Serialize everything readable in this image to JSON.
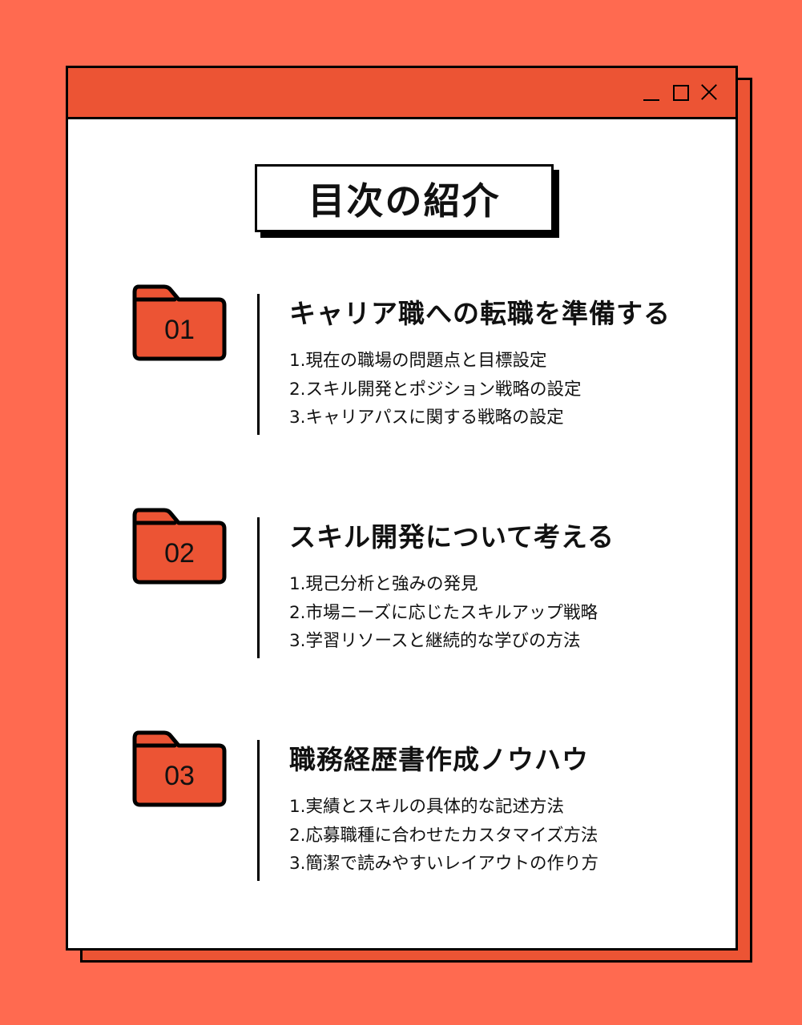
{
  "colors": {
    "background": "#FF6A50",
    "accent": "#EC5434",
    "window_bg": "#FFFFFF",
    "border": "#000000"
  },
  "window": {
    "controls": [
      {
        "name": "minimize",
        "icon": "minimize-icon"
      },
      {
        "name": "maximize",
        "icon": "maximize-icon"
      },
      {
        "name": "close",
        "icon": "close-icon"
      }
    ]
  },
  "header": {
    "title": "目次の紹介"
  },
  "sections": [
    {
      "number": "01",
      "icon": "folder-icon",
      "title": "キャリア職への転職を準備する",
      "items": [
        "1.現在の職場の問題点と目標設定",
        "2.スキル開発とポジション戦略の設定",
        "3.キャリアパスに関する戦略の設定"
      ]
    },
    {
      "number": "02",
      "icon": "folder-icon",
      "title": "スキル開発について考える",
      "items": [
        "1.現己分析と強みの発見",
        "2.市場ニーズに応じたスキルアップ戦略",
        "3.学習リソースと継続的な学びの方法"
      ]
    },
    {
      "number": "03",
      "icon": "folder-icon",
      "title": "職務経歴書作成ノウハウ",
      "items": [
        "1.実績とスキルの具体的な記述方法",
        "2.応募職種に合わせたカスタマイズ方法",
        "3.簡潔で読みやすいレイアウトの作り方"
      ]
    }
  ]
}
